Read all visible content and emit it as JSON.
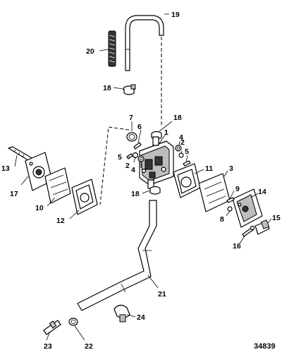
{
  "callouts": {
    "c1": "1",
    "c2a": "2",
    "c2b": "2",
    "c3": "3",
    "c4a": "4",
    "c4b": "4",
    "c5a": "5",
    "c5b": "5",
    "c6": "6",
    "c7": "7",
    "c8": "8",
    "c9": "9",
    "c10": "10",
    "c11": "11",
    "c12": "12",
    "c13": "13",
    "c14": "14",
    "c15": "15",
    "c16": "16",
    "c17": "17",
    "c18a": "18",
    "c18b": "18",
    "c18c": "18",
    "c19": "19",
    "c20": "20",
    "c21": "21",
    "c22": "22",
    "c23": "23",
    "c24": "24"
  },
  "figure_number": "34839"
}
